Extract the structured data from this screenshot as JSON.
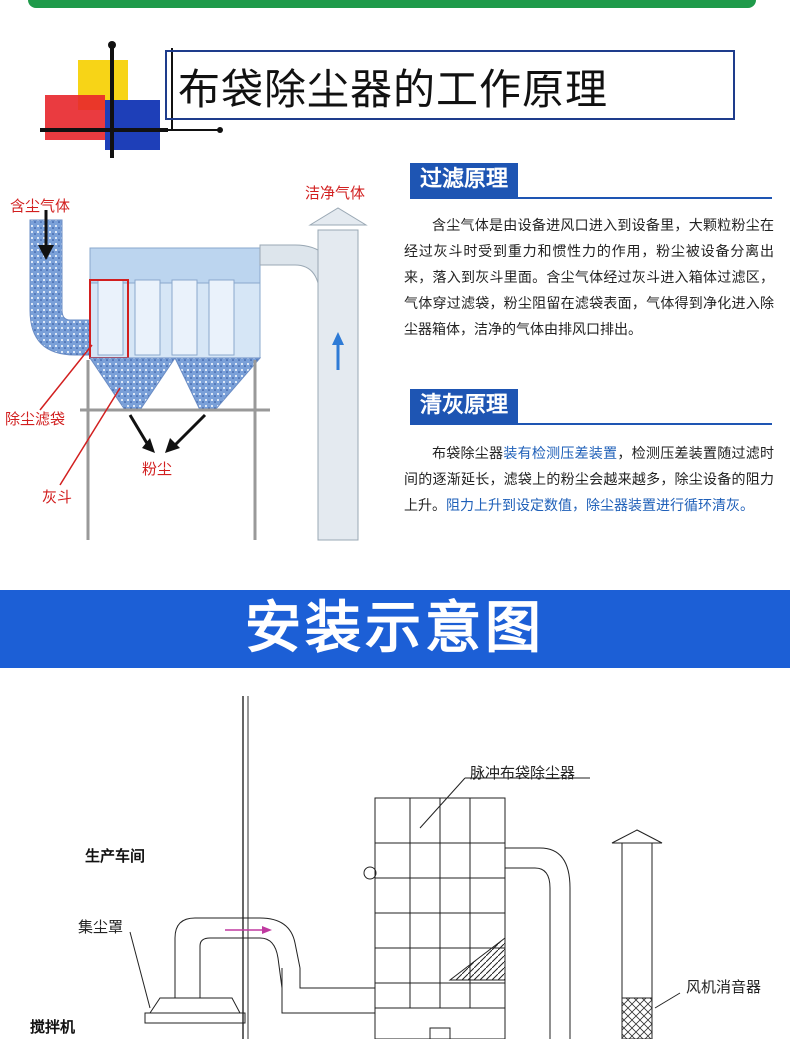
{
  "header": {
    "title": "布袋除尘器的工作原理"
  },
  "diagram1": {
    "label_inlet": "含尘气体",
    "label_outlet": "洁净气体",
    "label_bag": "除尘滤袋",
    "label_hopper": "灰斗",
    "label_dust": "粉尘"
  },
  "filter": {
    "heading": "过滤原理",
    "text": "含尘气体是由设备进风口进入到设备里，大颗粒粉尘在经过灰斗时受到重力和惯性力的作用，粉尘被设备分离出来，落入到灰斗里面。含尘气体经过灰斗进入箱体过滤区，气体穿过滤袋，粉尘阻留在滤袋表面，气体得到净化进入除尘器箱体，洁净的气体由排风口排出。"
  },
  "cleaning": {
    "heading": "清灰原理",
    "text_a": "布袋除尘器",
    "text_b": "装有检测压差装置",
    "text_c": "，检测压差装置随过滤时间的逐渐延长，滤袋上的粉尘会越来越多，除尘设备的阻力上升。",
    "text_d": "阻力上升到设定数值，除尘器装置进行循环清灰。"
  },
  "install": {
    "banner": "安装示意图",
    "label_collector": "脉冲布袋除尘器",
    "label_workshop": "生产车间",
    "label_hood": "集尘罩",
    "label_fan": "风机消音器",
    "label_mixer": "搅拌机"
  },
  "colors": {
    "green": "#1f9a4a",
    "blue": "#1e55b3",
    "banner_blue": "#1c5fd6",
    "red_label": "#d21f1f"
  }
}
